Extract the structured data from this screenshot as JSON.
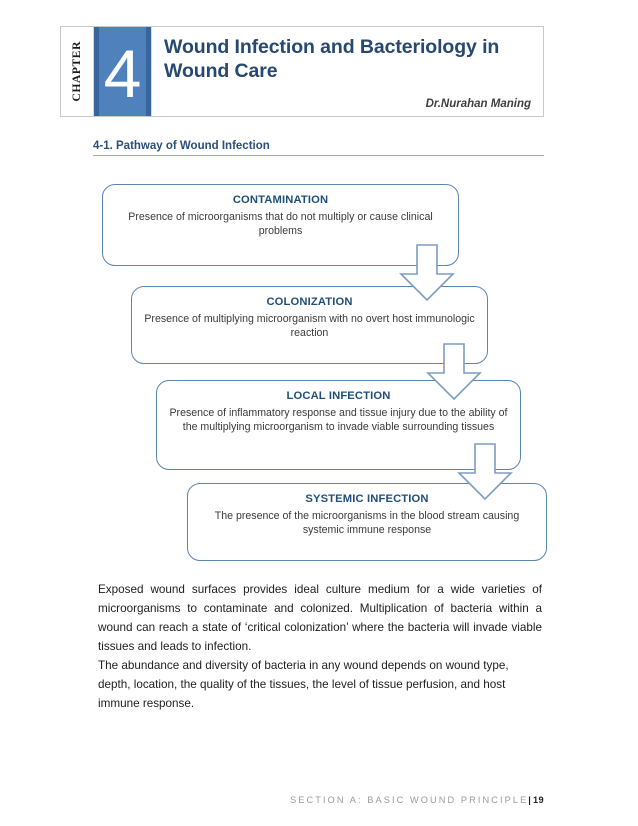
{
  "header": {
    "chapter_word": "CHAPTER",
    "chapter_number": "4",
    "title": "Wound Infection and Bacteriology in Wound Care",
    "author": "Dr.Nurahan  Maning",
    "accent_color": "#4f81bd",
    "accent_dark_color": "#38659c",
    "title_color": "#27486f"
  },
  "section": {
    "heading": "4-1. Pathway of Wound Infection",
    "heading_color": "#2a4f7c",
    "rule_color": "#8eb0d4"
  },
  "flowchart": {
    "border_color": "#5b84b1",
    "title_color": "#1f4e79",
    "arrow_fill": "#ffffff",
    "arrow_stroke": "#7b9dc4",
    "steps": [
      {
        "title": "CONTAMINATION",
        "description": "Presence of microorganisms that do not multiply or cause clinical problems"
      },
      {
        "title": "COLONIZATION",
        "description": "Presence of multiplying microorganism with no overt host immunologic reaction"
      },
      {
        "title": "LOCAL INFECTION",
        "description": "Presence of inflammatory response and tissue injury due to the ability of the multiplying microorganism to invade viable surrounding  tissues"
      },
      {
        "title": "SYSTEMIC INFECTION",
        "description": "The presence of the microorganisms in the blood stream causing systemic immune response"
      }
    ]
  },
  "body": {
    "paragraph_1": "Exposed wound surfaces provides ideal culture medium for a wide varieties of microorganisms to contaminate and colonized.   Multiplication of bacteria within a wound can reach a state of ‘critical colonization’ where the bacteria will invade viable tissues and leads to infection.",
    "paragraph_2": "The abundance and diversity of bacteria in any wound depends on wound type, depth, location, the quality of the tissues, the level of tissue perfusion, and host immune response."
  },
  "footer": {
    "section_label": "SECTION A: BASIC WOUND PRINCIPLE",
    "separator": "|",
    "page_number": "19"
  }
}
